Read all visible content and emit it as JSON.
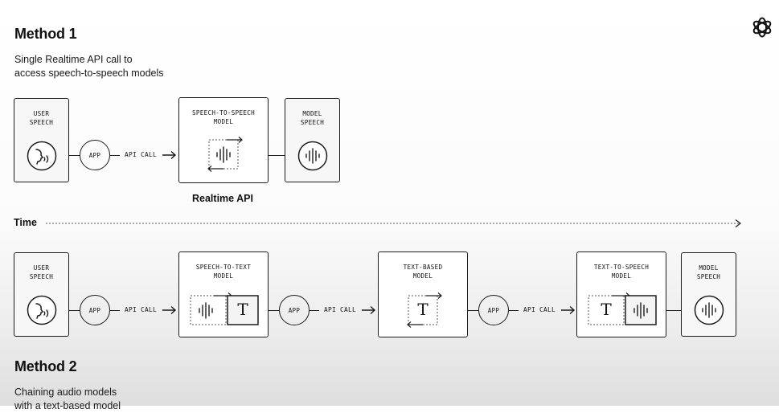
{
  "method1": {
    "title": "Method 1",
    "description_line1": "Single Realtime API call to",
    "description_line2": "access speech-to-speech models",
    "user_speech": "USER\nSPEECH",
    "app": "APP",
    "api_call": "API CALL",
    "s2s_model": "SPEECH-TO-SPEECH\nMODEL",
    "model_speech": "MODEL\nSPEECH",
    "realtime_label": "Realtime API"
  },
  "time_label": "Time",
  "method2": {
    "title": "Method 2",
    "description_line1": "Chaining audio models",
    "description_line2": "with a text-based model",
    "user_speech": "USER\nSPEECH",
    "app": "APP",
    "api_call": "API CALL",
    "stt_model": "SPEECH-TO-TEXT\nMODEL",
    "text_model": "TEXT-BASED\nMODEL",
    "tts_model": "TEXT-TO-SPEECH\nMODEL",
    "model_speech": "MODEL\nSPEECH",
    "text_glyph": "T"
  },
  "icons": {
    "logo": "openai-logo-icon",
    "voice": "speaking-head-icon",
    "waveform": "audio-waveform-icon"
  },
  "colors": {
    "line": "#1c1c1c",
    "box_fill": "#f7f7f7"
  }
}
